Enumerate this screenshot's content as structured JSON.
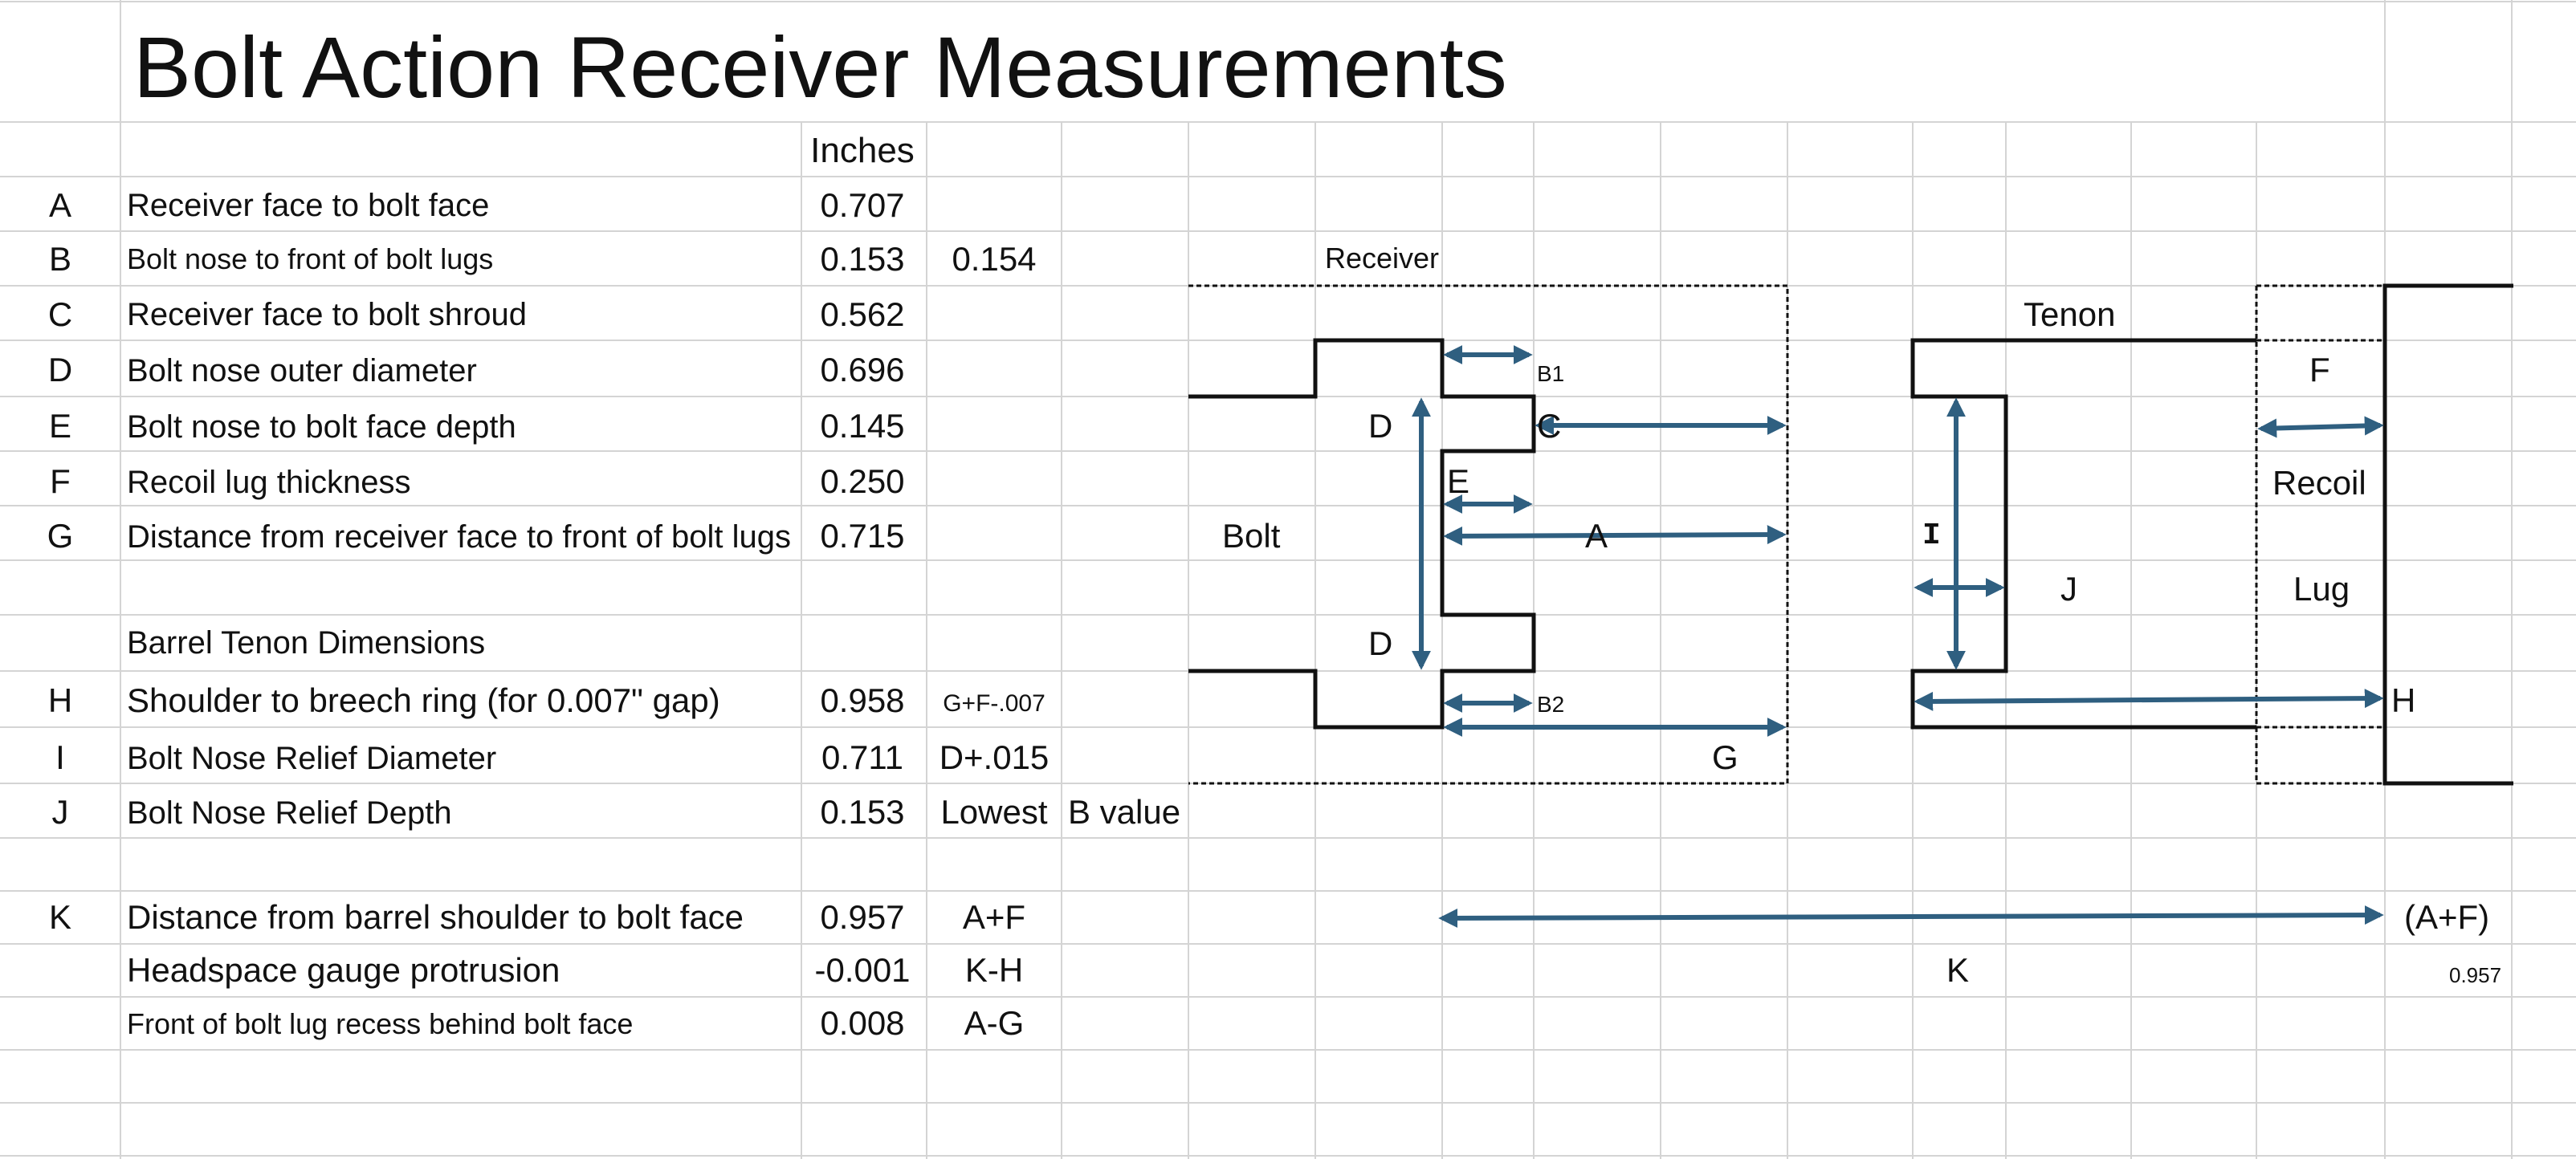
{
  "title": "Bolt Action Receiver Measurements",
  "units_header": "Inches",
  "rows": [
    {
      "letter": "A",
      "label": "Receiver face to bolt face",
      "value": "0.707",
      "extra": ""
    },
    {
      "letter": "B",
      "label": "Bolt nose to front of bolt lugs",
      "value": "0.153",
      "extra": "0.154"
    },
    {
      "letter": "C",
      "label": "Receiver face to bolt shroud",
      "value": "0.562",
      "extra": ""
    },
    {
      "letter": "D",
      "label": "Bolt nose outer diameter",
      "value": "0.696",
      "extra": ""
    },
    {
      "letter": "E",
      "label": "Bolt nose to bolt face depth",
      "value": "0.145",
      "extra": ""
    },
    {
      "letter": "F",
      "label": "Recoil lug thickness",
      "value": "0.250",
      "extra": ""
    },
    {
      "letter": "G",
      "label": "Distance from receiver face to front of bolt lugs",
      "value": "0.715",
      "extra": ""
    }
  ],
  "tenon_section": "Barrel Tenon Dimensions",
  "tenon_rows": [
    {
      "letter": "H",
      "label": "Shoulder to breech ring (for 0.007\" gap)",
      "value": "0.958",
      "extra": "G+F-.007"
    },
    {
      "letter": "I",
      "label": "Bolt Nose Relief Diameter",
      "value": "0.711",
      "extra": "D+.015"
    },
    {
      "letter": "J",
      "label": "Bolt Nose Relief Depth",
      "value": "0.153",
      "extra": "Lowest",
      "extra2": "B value"
    }
  ],
  "calc_rows": [
    {
      "letter": "K",
      "label": "Distance from barrel shoulder to bolt face",
      "value": "0.957",
      "extra": "A+F"
    },
    {
      "letter": "",
      "label": "Headspace gauge protrusion",
      "value": "-0.001",
      "extra": "K-H"
    },
    {
      "letter": "",
      "label": "Front of bolt lug recess behind bolt face",
      "value": "0.008",
      "extra": "A-G"
    }
  ],
  "diagram": {
    "receiver": "Receiver",
    "tenon": "Tenon",
    "bolt": "Bolt",
    "recoil": "Recoil",
    "lug": "Lug",
    "b1": "B1",
    "b2": "B2",
    "a": "A",
    "c": "C",
    "d_top": "D",
    "d_bottom": "D",
    "e": "E",
    "f": "F",
    "g": "G",
    "h": "H",
    "i": "I",
    "j": "J",
    "k": "K",
    "a_plus_f": "(A+F)",
    "k_value": "0.957"
  },
  "colors": {
    "gridline": "#d4d4d4",
    "arrow": "#2f5f80",
    "outline": "#111111"
  }
}
